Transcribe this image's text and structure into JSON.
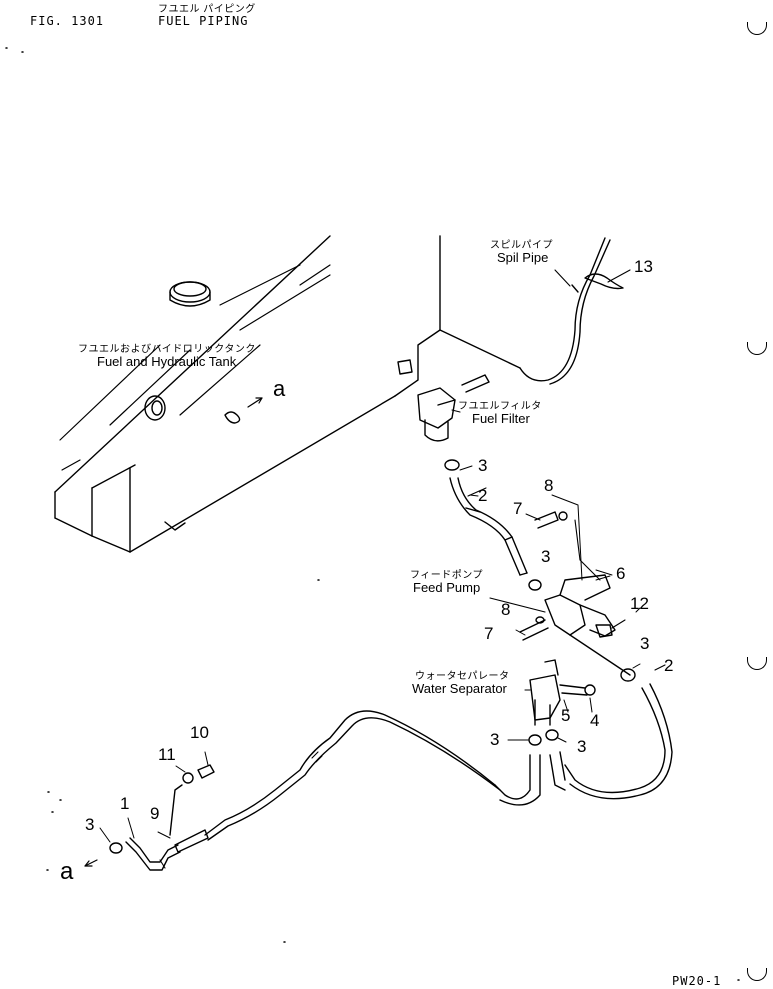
{
  "header": {
    "fig_number": "FIG. 1301",
    "title_jp": "フユエル パイピング",
    "title_en": "FUEL PIPING"
  },
  "labels": {
    "spill_pipe_jp": "スピルパイプ",
    "spill_pipe_en": "Spil Pipe",
    "tank_jp": "フユエルおよびハイドロリックタンク",
    "tank_en": "Fuel and Hydraulic Tank",
    "fuel_filter_jp": "フユエルフィルタ",
    "fuel_filter_en": "Fuel Filter",
    "feed_pump_jp": "フィードポンプ",
    "feed_pump_en": "Feed Pump",
    "water_sep_jp": "ウォータセパレータ",
    "water_sep_en": "Water Separator",
    "ref_a_top": "a",
    "ref_a_bottom": "a"
  },
  "callouts": {
    "c13": "13",
    "c3_filter": "3",
    "c2_upper": "2",
    "c8_upper": "8",
    "c7_upper": "7",
    "c3_pump": "3",
    "c6": "6",
    "c12": "12",
    "c8_lower": "8",
    "c7_lower": "7",
    "c3_right": "3",
    "c2_right": "2",
    "c5": "5",
    "c4": "4",
    "c3_sep_left": "3",
    "c3_sep_right": "3",
    "c10": "10",
    "c11": "11",
    "c1": "1",
    "c3_left": "3",
    "c9": "9"
  },
  "footer": {
    "page_code": "PW20-1"
  }
}
